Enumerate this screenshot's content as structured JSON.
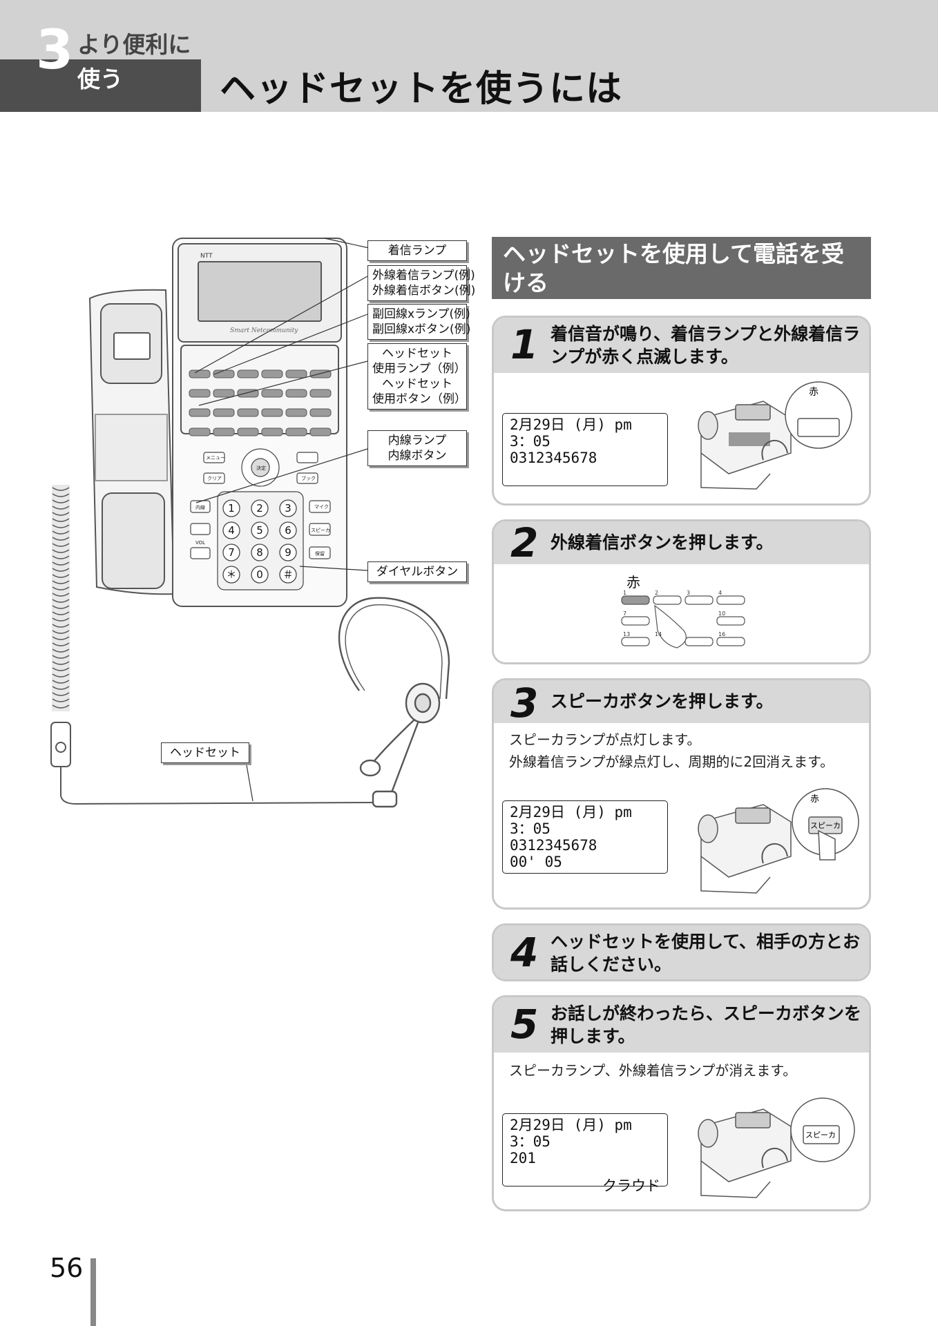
{
  "header": {
    "chapter_number": "3",
    "chapter_line1": "より便利に",
    "chapter_line2": "使う",
    "title": "ヘッドセットを使うには"
  },
  "phone": {
    "brand": "NTT",
    "model_text": "Smart Netcommunity",
    "keys": {
      "menu": "メニュー",
      "clear": "クリア",
      "enter": "決定",
      "book": "ブック",
      "naisen": "内線",
      "mic": "マイク",
      "speaker": "スピーカ",
      "hold": "保留",
      "vol": "VOL"
    },
    "dial": [
      "1",
      "2",
      "3",
      "4",
      "5",
      "6",
      "7",
      "8",
      "9",
      "＊",
      "0",
      "＃"
    ]
  },
  "callouts": {
    "chakushin_lamp": "着信ランプ",
    "gaisen_1": "外線着信ランプ(例)",
    "gaisen_2": "外線着信ボタン(例)",
    "fuku_1": "副回線xランプ(例)",
    "fuku_2": "副回線xボタン(例)",
    "headset_1": "ヘッドセット",
    "headset_2": "使用ランプ（例）",
    "headset_3": "ヘッドセット",
    "headset_4": "使用ボタン（例）",
    "naisen_1": "内線ランプ",
    "naisen_2": "内線ボタン",
    "dial": "ダイヤルボタン",
    "headset": "ヘッドセット"
  },
  "section_title": "ヘッドセットを使用して電話を受ける",
  "steps": [
    {
      "num": "1",
      "text": "着信音が鳴り、着信ランプと外線着信ランプが赤く点滅します。",
      "lcd": [
        "2月29日 (月)    pm  3：05",
        "0312345678"
      ],
      "zoom_label": "赤"
    },
    {
      "num": "2",
      "text": "外線着信ボタンを押します。",
      "zoom_label": "赤",
      "button_numbers": [
        "1",
        "2",
        "3",
        "4",
        "7",
        "10",
        "13",
        "14",
        "16"
      ]
    },
    {
      "num": "3",
      "text": "スピーカボタンを押します。",
      "notes": [
        "スピーカランプが点灯します。",
        "外線着信ランプが緑点灯し、周期的に2回消えます。"
      ],
      "lcd": [
        "2月29日 (月)    pm  3：05",
        "0312345678",
        "00' 05"
      ],
      "zoom_label": "赤",
      "zoom_button": "スピーカ"
    },
    {
      "num": "4",
      "text": "ヘッドセットを使用して、相手の方とお話しください。"
    },
    {
      "num": "5",
      "text": "お話しが終わったら、スピーカボタンを押します。",
      "notes": [
        "スピーカランプ、外線着信ランプが消えます。"
      ],
      "lcd": [
        "2月29日 (月)    pm  3：05",
        "201",
        "クラウド"
      ],
      "zoom_button": "スピーカ"
    }
  ],
  "page_number": "56"
}
